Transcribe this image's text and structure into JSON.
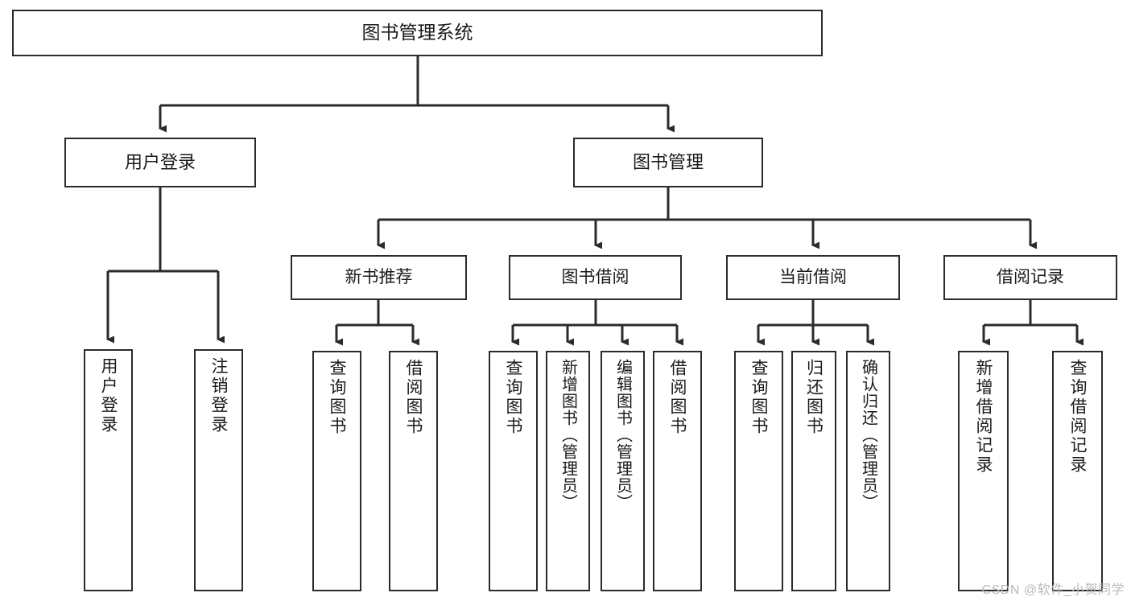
{
  "diagram": {
    "type": "tree",
    "title": "图书管理系统",
    "orientation": "top-down",
    "background_color": "#ffffff",
    "line_color": "#2b2b2b",
    "text_color": "#1b1b1b",
    "nodes": {
      "root": {
        "label": "图书管理系统",
        "level": 1
      },
      "l2_1": {
        "label": "用户登录",
        "level": 2
      },
      "l2_2": {
        "label": "图书管理",
        "level": 2
      },
      "l3_1": {
        "label": "新书推荐",
        "level": 3
      },
      "l3_2": {
        "label": "图书借阅",
        "level": 3
      },
      "l3_3": {
        "label": "当前借阅",
        "level": 3
      },
      "l3_4": {
        "label": "借阅记录",
        "level": 3
      },
      "leaf_1": {
        "label": "用户登录",
        "level": 4
      },
      "leaf_2": {
        "label": "注销登录",
        "level": 4
      },
      "leaf_3": {
        "label": "查询图书",
        "level": 4
      },
      "leaf_4": {
        "label": "借阅图书",
        "level": 4
      },
      "leaf_5": {
        "label": "查询图书",
        "level": 4
      },
      "leaf_6": {
        "label": "新增图书（管理员）",
        "level": 4
      },
      "leaf_7": {
        "label": "编辑图书（管理员）",
        "level": 4
      },
      "leaf_8": {
        "label": "借阅图书",
        "level": 4
      },
      "leaf_9": {
        "label": "查询图书",
        "level": 4
      },
      "leaf_10": {
        "label": "归还图书",
        "level": 4
      },
      "leaf_11": {
        "label": "确认归还（管理员）",
        "level": 4
      },
      "leaf_12": {
        "label": "新增借阅记录",
        "level": 4
      },
      "leaf_13": {
        "label": "查询借阅记录",
        "level": 4
      }
    },
    "edges": [
      {
        "from": "root",
        "to": "l2_1"
      },
      {
        "from": "root",
        "to": "l2_2"
      },
      {
        "from": "l2_1",
        "to": "leaf_1"
      },
      {
        "from": "l2_1",
        "to": "leaf_2"
      },
      {
        "from": "l2_2",
        "to": "l3_1"
      },
      {
        "from": "l2_2",
        "to": "l3_2"
      },
      {
        "from": "l2_2",
        "to": "l3_3"
      },
      {
        "from": "l2_2",
        "to": "l3_4"
      },
      {
        "from": "l3_1",
        "to": "leaf_3"
      },
      {
        "from": "l3_1",
        "to": "leaf_4"
      },
      {
        "from": "l3_2",
        "to": "leaf_5"
      },
      {
        "from": "l3_2",
        "to": "leaf_6"
      },
      {
        "from": "l3_2",
        "to": "leaf_7"
      },
      {
        "from": "l3_2",
        "to": "leaf_8"
      },
      {
        "from": "l3_3",
        "to": "leaf_9"
      },
      {
        "from": "l3_3",
        "to": "leaf_10"
      },
      {
        "from": "l3_3",
        "to": "leaf_11"
      },
      {
        "from": "l3_4",
        "to": "leaf_12"
      },
      {
        "from": "l3_4",
        "to": "leaf_13"
      }
    ]
  },
  "watermark": {
    "text": "CSDN @软件_小贺同学"
  }
}
